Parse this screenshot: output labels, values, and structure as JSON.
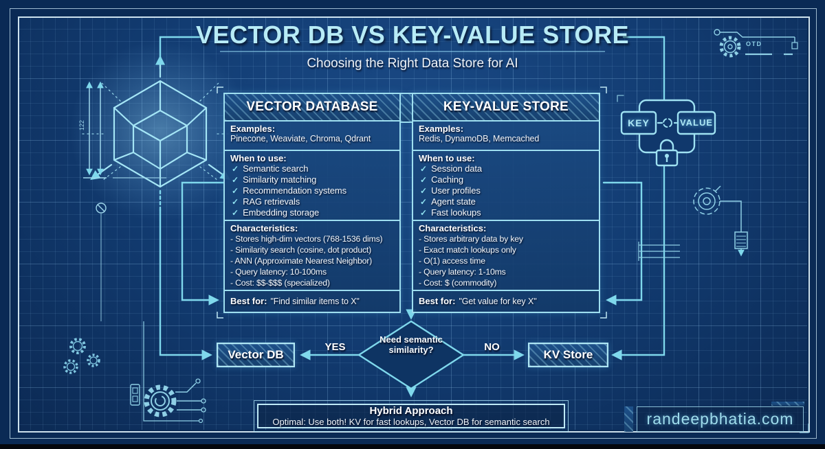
{
  "title": "VECTOR DB VS KEY-VALUE STORE",
  "subtitle": "Choosing the Right Data Store for AI",
  "comparison": {
    "columns": [
      {
        "header": "VECTOR DATABASE",
        "examples_label": "Examples:",
        "examples": "Pinecone, Weaviate, Chroma, Qdrant",
        "when_label": "When to use:",
        "when_items": [
          "Semantic search",
          "Similarity matching",
          "Recommendation systems",
          "RAG retrievals",
          "Embedding storage"
        ],
        "characteristics_label": "Characteristics:",
        "characteristic_items": [
          "- Stores high-dim vectors (768-1536 dims)",
          "- Similarity search (cosine, dot product)",
          "- ANN (Approximate Nearest Neighbor)",
          "- Query latency: 10-100ms",
          "- Cost: $$-$$$ (specialized)"
        ],
        "best_for_label": "Best for:",
        "best_for_value": "\"Find similar items to X\""
      },
      {
        "header": "KEY-VALUE STORE",
        "examples_label": "Examples:",
        "examples": "Redis, DynamoDB, Memcached",
        "when_label": "When to use:",
        "when_items": [
          "Session data",
          "Caching",
          "User profiles",
          "Agent state",
          "Fast lookups"
        ],
        "characteristics_label": "Characteristics:",
        "characteristic_items": [
          "- Stores arbitrary data by key",
          "- Exact match lookups only",
          "- O(1) access time",
          "- Query latency: 1-10ms",
          "- Cost: $ (commodity)"
        ],
        "best_for_label": "Best for:",
        "best_for_value": "\"Get value for key X\""
      }
    ]
  },
  "flowchart": {
    "decision_question": "Need semantic similarity?",
    "yes_label": "YES",
    "no_label": "NO",
    "yes_result": "Vector DB",
    "no_result": "KV Store",
    "hybrid_title": "Hybrid Approach",
    "hybrid_text": "Optimal: Use both! KV for fast lookups, Vector DB for semantic search"
  },
  "watermark": "randeepbhatia.com",
  "decorations": {
    "key_box_label": "KEY",
    "value_box_label": "VALUE",
    "dimension_label": "122",
    "schematic_label": "OTD"
  },
  "colors": {
    "background": "#123c72",
    "line_cyan": "#7fd8ec",
    "border_cyan": "#9fdff0",
    "title_cyan": "#b7ebf6",
    "text_white": "#f3f7fb"
  }
}
